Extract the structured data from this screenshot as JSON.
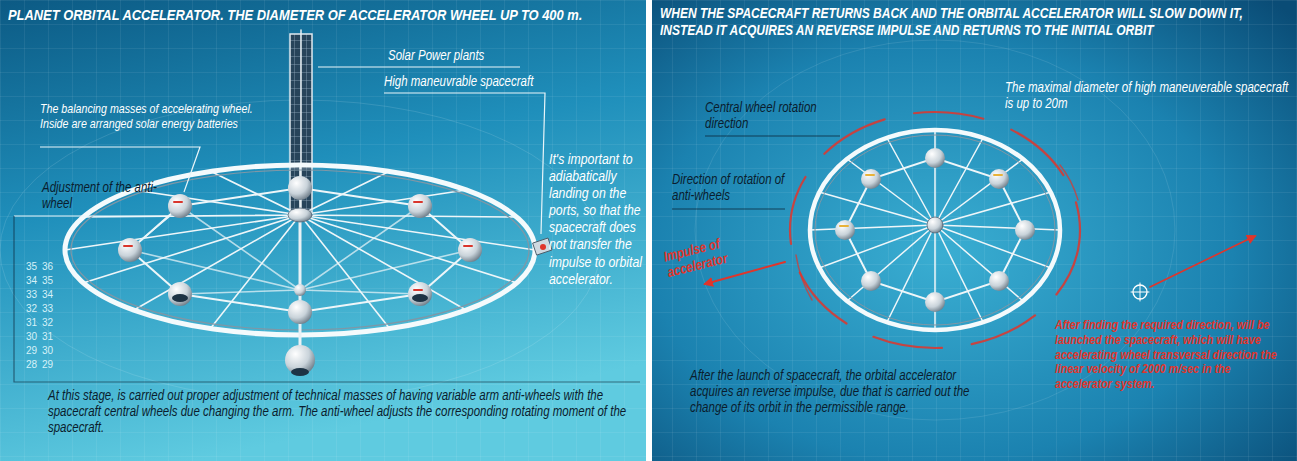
{
  "diagram": {
    "title": "PLANET ORBITAL ACCELERATOR. THE DIAMETER OF ACCELERATOR WHEEL UP TO 400 m.",
    "labels": [
      "WHEN THE SPACECRAFT RETURNS BACK AND THE ORBITAL ACCELERATOR WILL SLOW DOWN IT, INSTEAD IT ACQUIRES AN REVERSE IMPULSE AND RETURNS TO THE INITIAL ORBIT",
      "Solar Power plants",
      "High maneuvrable spacecraft",
      "The balancing masses of accelerating wheel. Inside are arranged solar energy batteries",
      "Adjustment of the anti-wheel",
      "It's important to adiabatically landing on the ports, so that the spacecraft does not transfer the impulse to orbital accelerator.",
      "At this stage, is carried out proper adjustment of technical masses of having variable arm anti-wheels with the spacecraft central wheels due changing the arm. The anti-wheel adjusts the corresponding rotating moment of the spacecraft.",
      "Central wheel rotation direction",
      "The maximal diameter of high maneuverable spacecraft is up to 20m",
      "Direction of rotation of anti-wheels",
      "Impulse of accelerator",
      "After the launch of spacecraft, the orbital accelerator acquires an reverse impulse, due that is carried out the change of its orbit in the permissible range.",
      "After finding the required direction, will be launched the spacecraft, which will have accelerating wheel transversal direction the linear velocity of 2000 m/sec in the accelerator system.",
      "35",
      "34",
      "33",
      "32",
      "31",
      "30",
      "29",
      "28",
      "36",
      "35",
      "34",
      "33",
      "32",
      "31",
      "30",
      "29"
    ]
  }
}
